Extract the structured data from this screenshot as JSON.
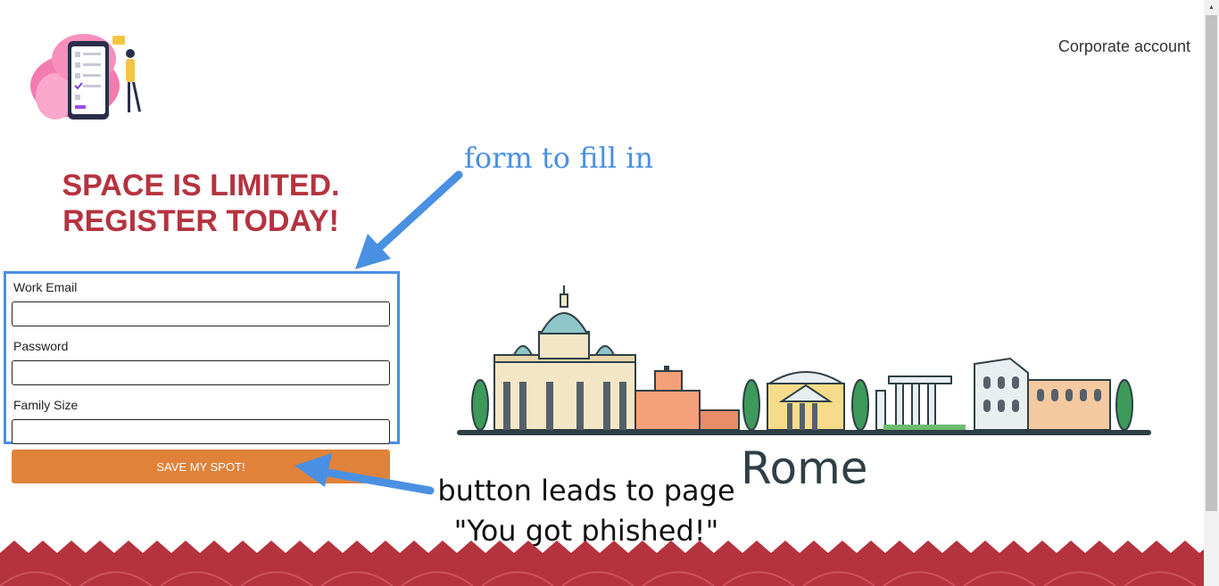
{
  "header": {
    "corporate_link": "Corporate account"
  },
  "headline": {
    "line1": "SPACE IS LIMITED.",
    "line2": "REGISTER TODAY!"
  },
  "form": {
    "fields": [
      {
        "label": "Work Email",
        "value": ""
      },
      {
        "label": "Password",
        "value": ""
      },
      {
        "label": "Family Size",
        "value": ""
      }
    ],
    "submit_label": "SAVE MY SPOT!"
  },
  "annotations": {
    "form_note": "form to fill in",
    "button_note_line1": "button leads to page",
    "button_note_line2": "\"You got phished!\""
  },
  "hero": {
    "city": "Rome"
  },
  "colors": {
    "headline": "#b5333f",
    "button": "#e0823a",
    "annotation_blue": "#4a90e2",
    "footer_red": "#b5333f"
  },
  "icons": [
    "illustration-logo",
    "rome-skyline",
    "arrow-icon"
  ]
}
